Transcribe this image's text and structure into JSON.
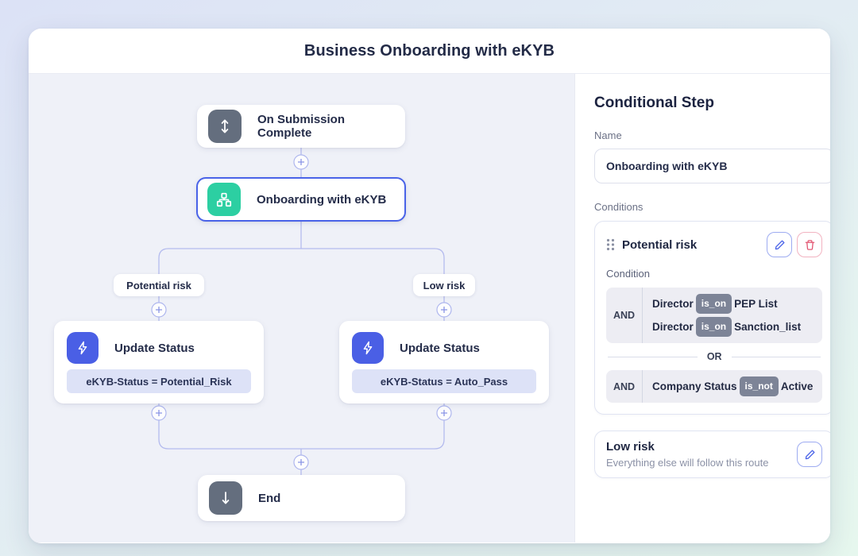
{
  "header": {
    "title": "Business Onboarding with eKYB"
  },
  "canvas": {
    "start_node": {
      "label": "On Submission Complete",
      "icon": "updown-arrow-icon"
    },
    "conditional_node": {
      "label": "Onboarding with eKYB",
      "icon": "sitemap-icon",
      "selected": true
    },
    "branch_labels": {
      "left": "Potential risk",
      "right": "Low risk"
    },
    "update_left": {
      "title": "Update Status",
      "detail": "eKYB-Status = Potential_Risk",
      "icon": "lightning-icon"
    },
    "update_right": {
      "title": "Update Status",
      "detail": "eKYB-Status = Auto_Pass",
      "icon": "lightning-icon"
    },
    "end_node": {
      "label": "End",
      "icon": "down-arrow-icon"
    }
  },
  "panel": {
    "title": "Conditional Step",
    "name_label": "Name",
    "name_value": "Onboarding with eKYB",
    "conditions_label": "Conditions",
    "condition_card": {
      "title": "Potential risk",
      "condition_label": "Condition",
      "group_joiner": "OR",
      "groups": [
        {
          "operator": "AND",
          "rows": [
            {
              "field": "Director",
              "op": "is_on",
              "value": "PEP List"
            },
            {
              "field": "Director",
              "op": "is_on",
              "value": "Sanction_list"
            }
          ]
        },
        {
          "operator": "AND",
          "rows": [
            {
              "field": "Company Status",
              "op": "is_not",
              "value": "Active"
            }
          ]
        }
      ]
    },
    "low_risk_card": {
      "title": "Low risk",
      "subtitle": "Everything else will follow this route"
    }
  },
  "colors": {
    "accent_blue": "#4a5fe5",
    "node_green": "#2ccfa2",
    "node_gray": "#646e7e",
    "wire": "#b4bbee",
    "badge_gray": "#7d8497",
    "badge_lavender": "#dde2f7",
    "danger": "#e25672",
    "canvas_bg": "#eff1f8"
  }
}
